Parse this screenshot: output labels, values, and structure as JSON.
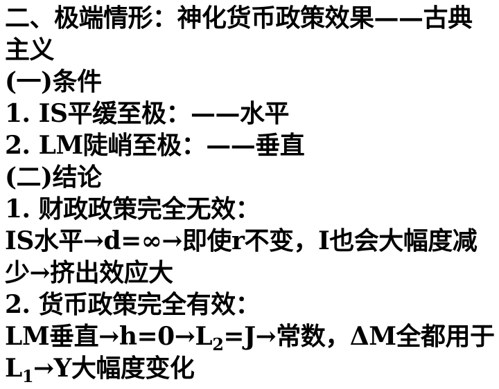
{
  "slide": {
    "lines": [
      {
        "text": "二、极端情形：神化货币政策效果——古典"
      },
      {
        "text": "主义"
      },
      {
        "text": "(一)条件"
      },
      {
        "text": "1. IS平缓至极：——水平"
      },
      {
        "text": "2. LM陡峭至极：——垂直"
      },
      {
        "text": "(二)结论"
      },
      {
        "text": "1. 财政政策完全无效："
      },
      {
        "text": "IS水平→d=∞→即使r不变，I也会大幅度减"
      },
      {
        "text": "少→挤出效应大"
      },
      {
        "text": "2. 货币政策完全有效："
      },
      {
        "part1": "LM垂直→h=0→L",
        "sub1": "2",
        "part2": "=J→常数，ΔM全都用于"
      },
      {
        "part1": "L",
        "sub1": "1",
        "part2": "→Y大幅度变化"
      }
    ]
  }
}
